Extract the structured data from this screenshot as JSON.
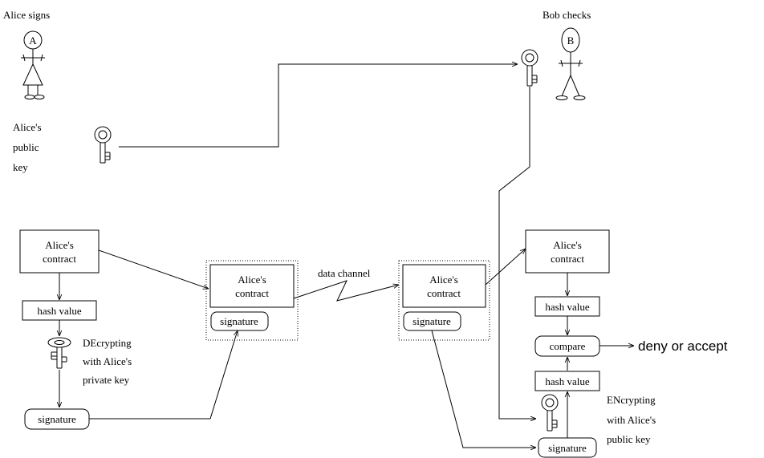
{
  "actors": {
    "alice": {
      "caption": "Alice signs",
      "initial": "A"
    },
    "bob": {
      "caption": "Bob checks",
      "initial": "B"
    }
  },
  "public_key_label": {
    "line1": "Alice's",
    "line2": "public",
    "line3": "key"
  },
  "sign_side": {
    "contract_line1": "Alice's",
    "contract_line2": "contract",
    "hash": "hash value",
    "decrypt_line1": "DEcrypting",
    "decrypt_line2": "with Alice's",
    "decrypt_line3": "private key",
    "signature": "signature"
  },
  "sent_package": {
    "contract_line1": "Alice's",
    "contract_line2": "contract",
    "signature": "signature"
  },
  "channel_label": "data channel",
  "received_package": {
    "contract_line1": "Alice's",
    "contract_line2": "contract",
    "signature": "signature"
  },
  "check_side": {
    "contract_line1": "Alice's",
    "contract_line2": "contract",
    "hash_top": "hash value",
    "compare": "compare",
    "hash_bottom": "hash value",
    "signature": "signature",
    "encrypt_line1": "ENcrypting",
    "encrypt_line2": "with Alice's",
    "encrypt_line3": "public key"
  },
  "result_label": "deny or accept",
  "icons": [
    "stick-figure-alice-icon",
    "stick-figure-bob-icon",
    "public-key-icon",
    "private-key-icon"
  ]
}
